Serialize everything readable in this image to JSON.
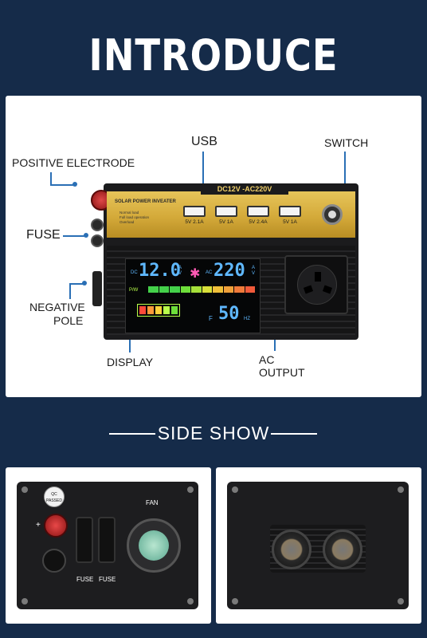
{
  "title": "INTRODUCE",
  "callouts": {
    "usb": "USB",
    "switch": "SWITCH",
    "positive_electrode": "POSITIVE ELECTRODE",
    "fuse": "FUSE",
    "negative_line1": "NEGATIVE",
    "negative_line2": "POLE",
    "display": "DISPLAY",
    "ac_line1": "AC",
    "ac_line2": "OUTPUT"
  },
  "device": {
    "top_label": "DC12V -AC220V",
    "brand": "SOLAR POWER INVEATER",
    "legend": [
      "Normal load",
      "Full load operation",
      "Overload"
    ],
    "usb_ports": [
      "5V 2.1A",
      "5V 1A",
      "5V 2.4A",
      "5V 1A"
    ],
    "screen": {
      "dc_label": "DC",
      "dc_value": "12.0",
      "dc_units": "A V",
      "ac_label": "AC",
      "ac_value": "220",
      "ac_units": "A V",
      "freq_value": "50",
      "freq_unit": "HZ",
      "freq_label": "F",
      "power_label": "P/W"
    }
  },
  "section_title": "SIDE  SHOW",
  "side_panel": {
    "fan_label": "FAN",
    "fuse_label_1": "FUSE",
    "fuse_label_2": "FUSE",
    "qc_line1": "QC",
    "qc_line2": "PASSED",
    "plus_sign": "+"
  },
  "colors": {
    "background": "#152b49",
    "callout_line": "#2a6fb5",
    "gold_panel": "#d4aa3a",
    "lcd_blue": "#5fb8ff"
  }
}
